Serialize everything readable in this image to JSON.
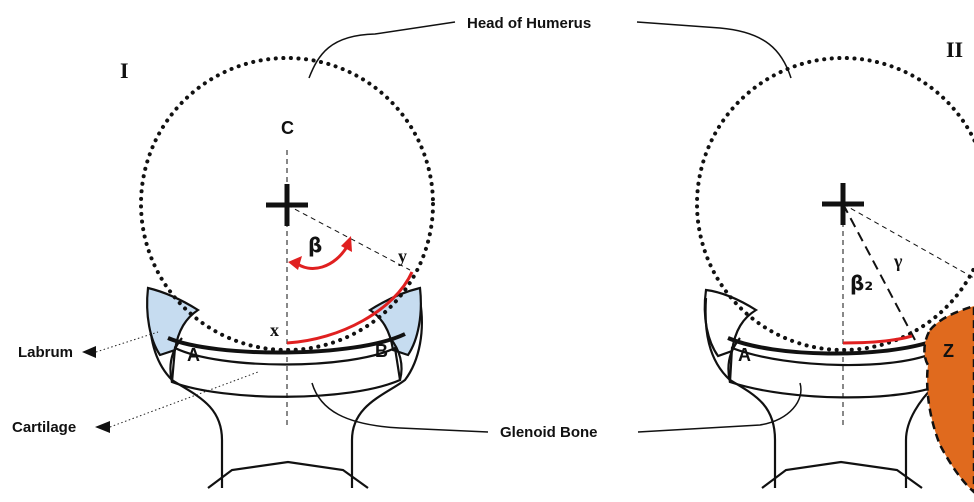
{
  "labels": {
    "head_of_humerus": "Head of Humerus",
    "glenoid_bone": "Glenoid Bone",
    "labrum": "Labrum",
    "cartilage": "Cartilage"
  },
  "panel_1": {
    "numeral": "I",
    "center": "C",
    "angle": "β",
    "point_x": "x",
    "point_y": "y",
    "region_a": "A",
    "region_b": "B"
  },
  "panel_2": {
    "numeral": "II",
    "angle": "β₂",
    "angle_gamma": "γ",
    "region_a": "A",
    "region_z": "Z"
  },
  "colors": {
    "labrum_fill": "#c6dcf0",
    "arc_red": "#e02020",
    "defect_orange": "#e06a1e",
    "outline": "#111111"
  }
}
